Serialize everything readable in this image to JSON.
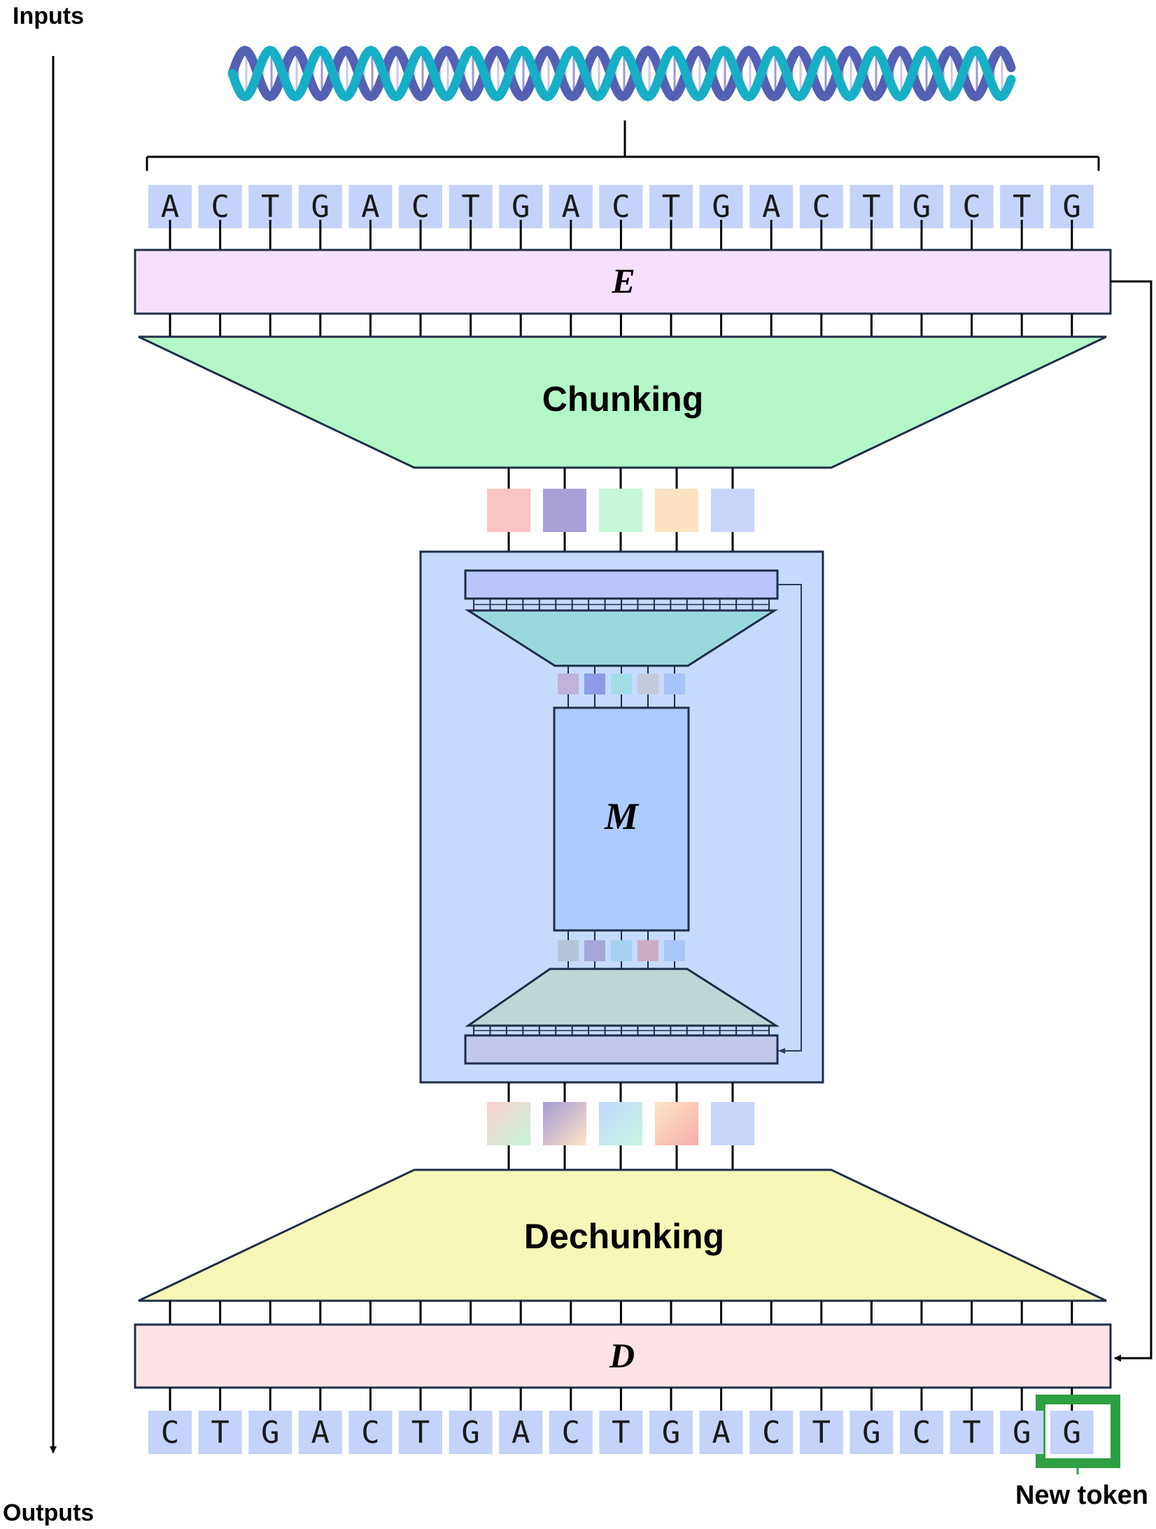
{
  "labels": {
    "inputs": "Inputs",
    "outputs": "Outputs",
    "new_token": "New token",
    "encoder": "E",
    "decoder": "D",
    "main_network": "M",
    "chunking": "Chunking",
    "dechunking": "Dechunking"
  },
  "input_tokens": [
    "A",
    "C",
    "T",
    "G",
    "A",
    "C",
    "T",
    "G",
    "A",
    "C",
    "T",
    "G",
    "A",
    "C",
    "T",
    "G",
    "C",
    "T",
    "G"
  ],
  "output_tokens": [
    "C",
    "T",
    "G",
    "A",
    "C",
    "T",
    "G",
    "A",
    "C",
    "T",
    "G",
    "A",
    "C",
    "T",
    "G",
    "C",
    "T",
    "G",
    "G"
  ],
  "colors": {
    "token_fill": "#c5d3fb",
    "encoder_fill": "#f6e0fb",
    "decoder_fill": "#fde3e6",
    "chunking_fill": "#b3f7c9",
    "dechunking_fill": "#f7f8b7",
    "inner_box_fill": "#c6daff",
    "main_network_fill": "#adcbff",
    "new_token_highlight": "#2ea043",
    "dna_strand_a": "#16afc6",
    "dna_strand_b": "#5460b3"
  },
  "chunk_colors_top": [
    "#fbc3c3",
    "#a89fd6",
    "#c4f8d8",
    "#fde2c3",
    "#c9d4fb"
  ],
  "inner_encoder_colors": [
    "#c1b2d8",
    "#8d9ce8",
    "#a2dde6",
    "#c3cad9",
    "#a7c4fb"
  ],
  "inner_decoder_colors": [
    "#b5c4d8",
    "#a7a6d8",
    "#a3d3ee",
    "#ccaec4",
    "#a9c6fb"
  ],
  "chunk_gradients_bottom": [
    [
      "#fad0cf",
      "#c6f3d8"
    ],
    [
      "#a59ad4",
      "#fde6c8"
    ],
    [
      "#c4d6fb",
      "#c6f6e2"
    ],
    [
      "#fde4c4",
      "#f6aeae"
    ],
    [
      "#c9d4fb",
      "#c9d4fb"
    ]
  ]
}
